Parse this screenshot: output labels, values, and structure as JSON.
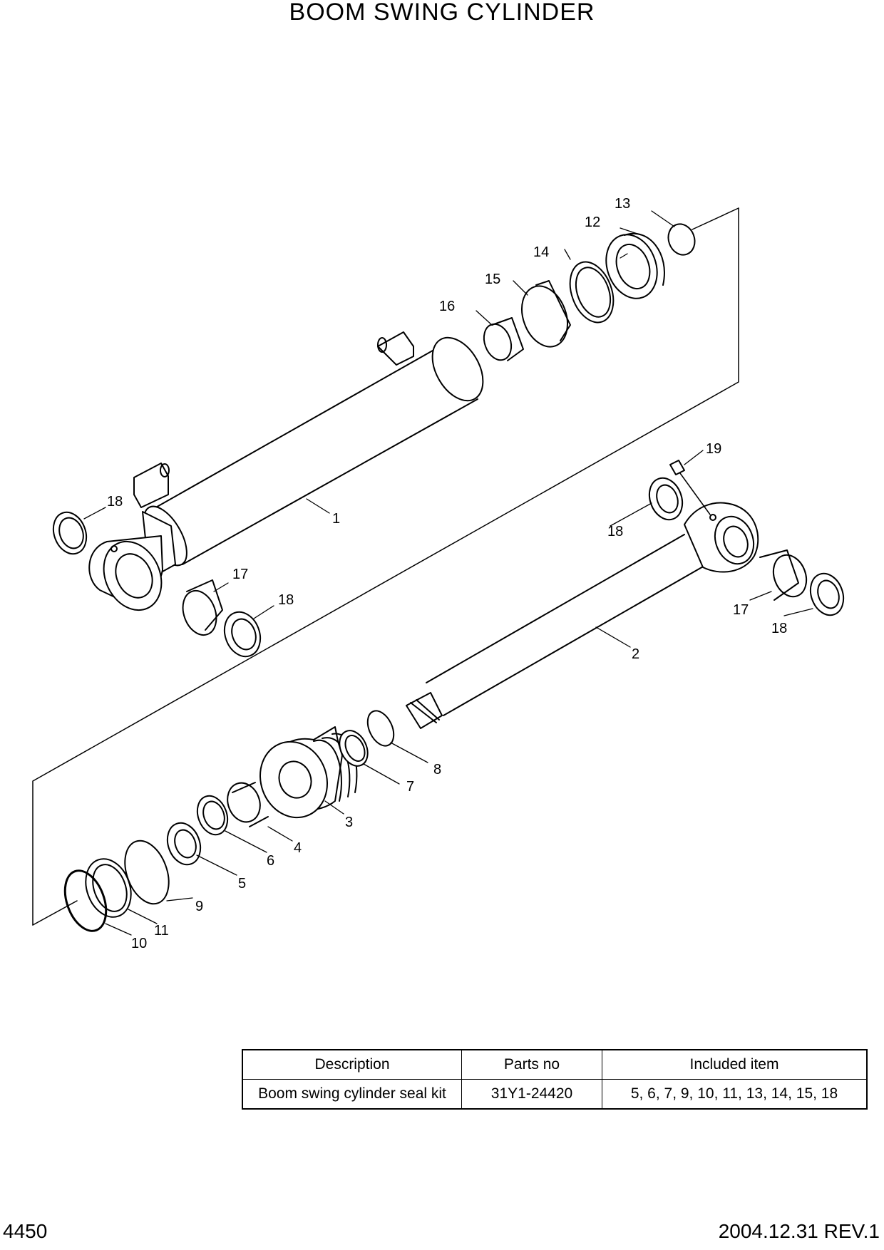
{
  "title": "BOOM SWING CYLINDER",
  "callouts": [
    "1",
    "2",
    "3",
    "4",
    "5",
    "6",
    "7",
    "8",
    "9",
    "10",
    "11",
    "12",
    "13",
    "14",
    "15",
    "16",
    "17",
    "17",
    "18",
    "18",
    "18",
    "18",
    "19"
  ],
  "table": {
    "headers": [
      "Description",
      "Parts no",
      "Included item"
    ],
    "rows": [
      [
        "Boom swing cylinder seal kit",
        "31Y1-24420",
        "5, 6, 7, 9, 10, 11, 13, 14, 15, 18"
      ]
    ]
  },
  "footer": {
    "page_number": "4450",
    "revision": "2004.12.31  REV.1"
  }
}
